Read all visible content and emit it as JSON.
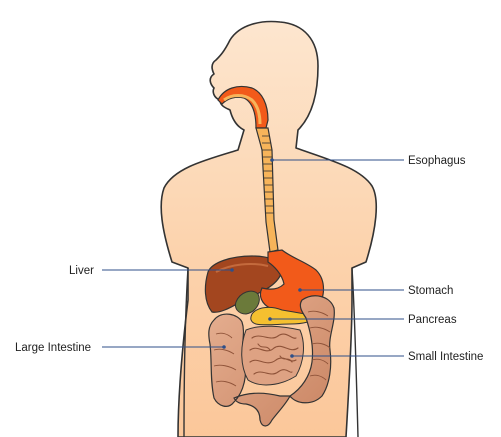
{
  "labels": {
    "esophagus": "Esophagus",
    "liver": "Liver",
    "stomach": "Stomach",
    "pancreas": "Pancreas",
    "large_intestine": "Large Intestine",
    "small_intestine": "Small Intestine"
  },
  "colors": {
    "skin_top": "#fde6cf",
    "skin_bottom": "#fbc79a",
    "outline": "#333333",
    "esophagus": "#f7b45a",
    "stomach": "#f25a1a",
    "liver": "#a3461f",
    "gallbladder": "#6b7a3a",
    "pancreas": "#f5c030",
    "intestine": "#d99a78",
    "leader": "#2f4f88"
  }
}
